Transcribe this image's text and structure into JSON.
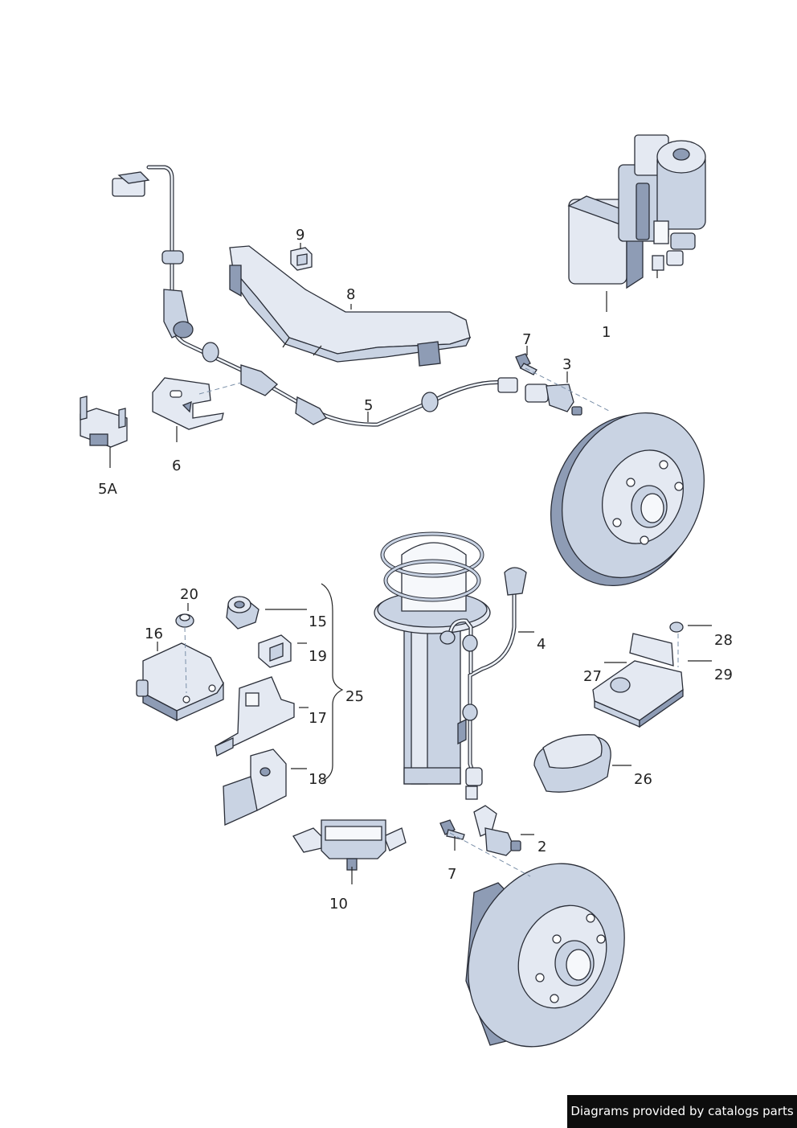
{
  "callouts": [
    {
      "id": "1",
      "label": "1"
    },
    {
      "id": "2",
      "label": "2"
    },
    {
      "id": "3",
      "label": "3"
    },
    {
      "id": "4",
      "label": "4"
    },
    {
      "id": "5",
      "label": "5"
    },
    {
      "id": "5A",
      "label": "5A"
    },
    {
      "id": "6",
      "label": "6"
    },
    {
      "id": "7a",
      "label": "7"
    },
    {
      "id": "7b",
      "label": "7"
    },
    {
      "id": "8",
      "label": "8"
    },
    {
      "id": "9",
      "label": "9"
    },
    {
      "id": "10",
      "label": "10"
    },
    {
      "id": "15",
      "label": "15"
    },
    {
      "id": "16",
      "label": "16"
    },
    {
      "id": "17",
      "label": "17"
    },
    {
      "id": "18",
      "label": "18"
    },
    {
      "id": "19",
      "label": "19"
    },
    {
      "id": "20",
      "label": "20"
    },
    {
      "id": "25",
      "label": "25"
    },
    {
      "id": "26",
      "label": "26"
    },
    {
      "id": "27",
      "label": "27"
    },
    {
      "id": "28",
      "label": "28"
    },
    {
      "id": "29",
      "label": "29"
    }
  ],
  "watermark": "Diagrams provided by catalogs parts"
}
